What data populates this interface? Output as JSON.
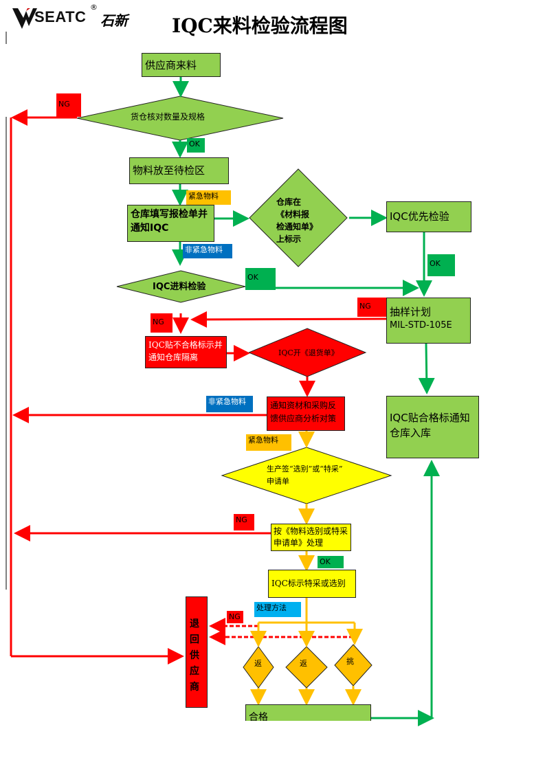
{
  "header": {
    "logo_text": "SEATC",
    "logo_cn": "石新",
    "logo_reg": "®",
    "title": "IQC来料检验流程图"
  },
  "nodes": {
    "supplier_material": "供应商来料",
    "warehouse_check": "货仓核对数量及规格",
    "put_to_pending": "物料放至待检区",
    "fill_form": "仓库填写报检单并通知IQC",
    "warehouse_mark_1": "仓库在",
    "warehouse_mark_2": "《材料报",
    "warehouse_mark_3": "检通知单》",
    "warehouse_mark_4": "上标示",
    "iqc_priority": "IQC优先检验",
    "iqc_incoming": "IQC进料检验",
    "sampling_plan_1": "抽样计划",
    "sampling_plan_2": "MIL-STD-105E",
    "iqc_reject_label": "IQC贴不合格标示并通知仓库隔离",
    "iqc_return_form": "IQC开《退货单》",
    "notify_purchase": "通知资材和采购反馈供应商分析对策",
    "iqc_pass_label": "IQC贴合格标通知仓库入库",
    "production_sign_1": "生产签“选别”或“特采”",
    "production_sign_2": "申请单",
    "handle_by_form": "按《物料选别或特采申请单》处理",
    "iqc_mark_special": "IQC标示特采或选别",
    "return_supplier": "退回供应商",
    "small_1": "返",
    "small_2": "返",
    "small_3": "挑",
    "qualified": "合格"
  },
  "labels": {
    "ng": "NG",
    "ok": "OK",
    "urgent": "紧急物料",
    "non_urgent": "非紧急物料",
    "process_method": "处理方法"
  },
  "colors": {
    "green": "#92d050",
    "dark_green": "#00b050",
    "red": "#ff0000",
    "yellow": "#ffff00",
    "orange": "#ffc000",
    "blue": "#0070c0",
    "cyan": "#00b0f0"
  }
}
